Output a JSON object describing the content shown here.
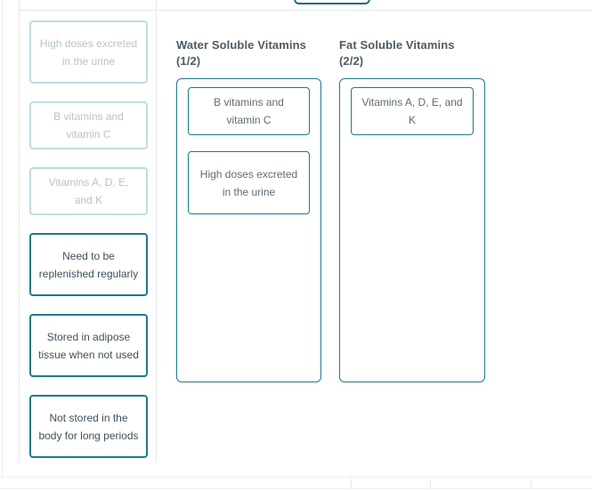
{
  "colors": {
    "accent_teal": "#1e7a8b",
    "button_teal": "#186a7a",
    "used_border": "#bcdce3",
    "used_text": "#b8c3ca",
    "active_text": "#3f515c",
    "heading_text": "#4e5b63",
    "placed_text": "#5d6c75",
    "divider": "#e5e7e8"
  },
  "tray": {
    "cards": [
      {
        "label": "High doses excreted in the urine",
        "state": "used"
      },
      {
        "label": "B vitamins and vitamin C",
        "state": "used"
      },
      {
        "label": "Vitamins A, D, E, and K",
        "state": "used"
      },
      {
        "label": "Need to be replenished regularly",
        "state": "available"
      },
      {
        "label": "Stored in adipose tissue when not used",
        "state": "available"
      },
      {
        "label": "Not stored in the body for long periods",
        "state": "available"
      }
    ]
  },
  "categories": [
    {
      "title": "Water Soluble Vitamins (1/2)",
      "placed": [
        "B vitamins and vitamin C",
        "High doses excreted in the urine"
      ]
    },
    {
      "title": "Fat Soluble Vitamins (2/2)",
      "placed": [
        "Vitamins A, D, E, and K"
      ]
    }
  ]
}
